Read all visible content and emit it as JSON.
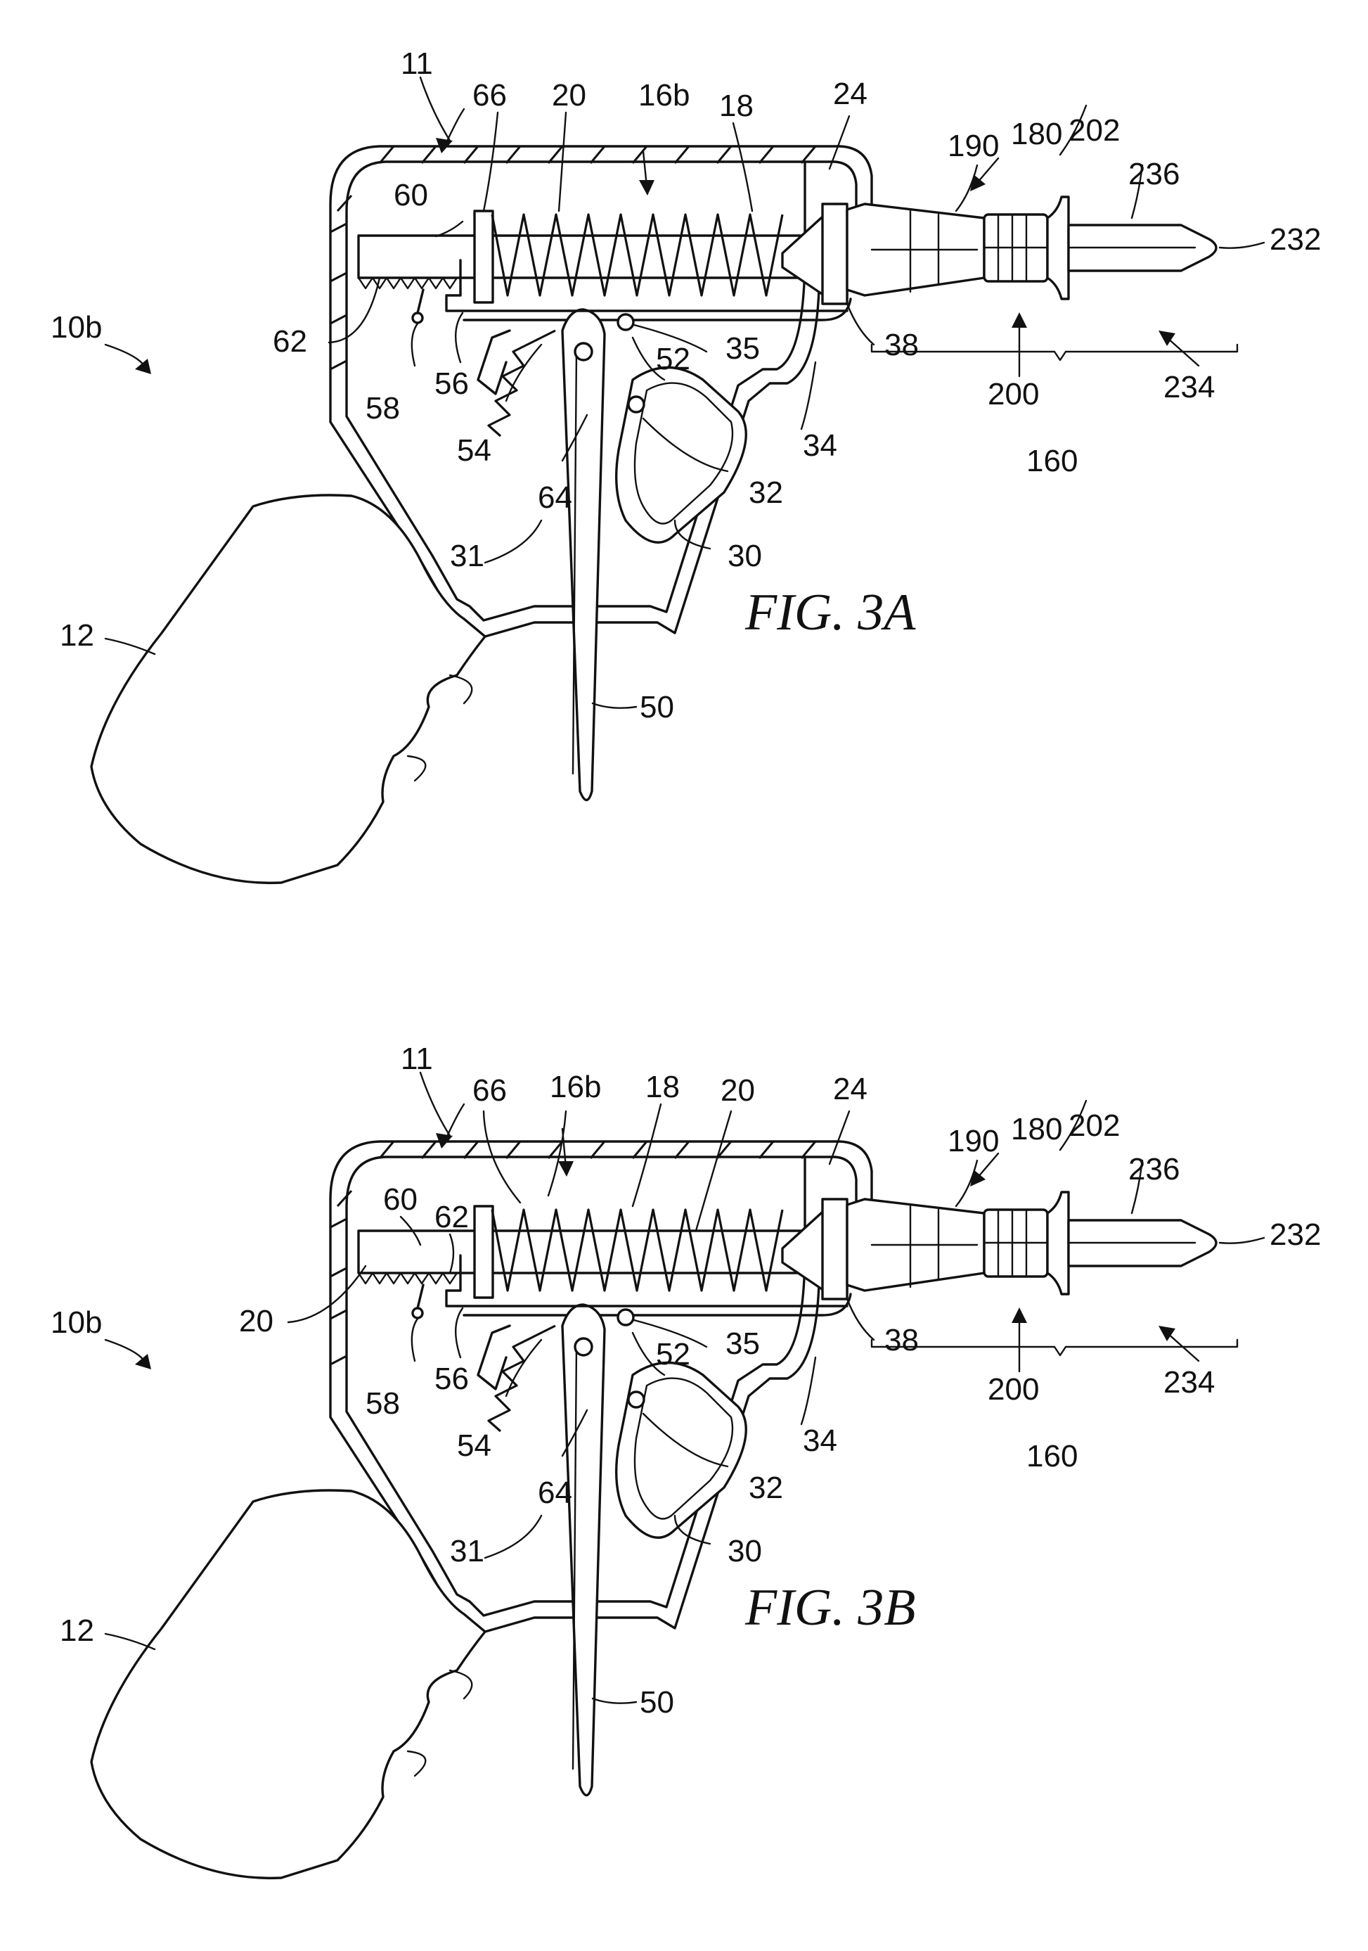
{
  "figures": [
    {
      "caption": "FIG. 3A",
      "labels": {
        "n11": "11",
        "n66": "66",
        "n20": "20",
        "n16b": "16b",
        "n18": "18",
        "n24": "24",
        "n190": "190",
        "n180": "180",
        "n202": "202",
        "n236": "236",
        "n232": "232",
        "n60": "60",
        "n62": "62",
        "n10b": "10b",
        "n58": "58",
        "n56": "56",
        "n54": "54",
        "n52": "52",
        "n35": "35",
        "n38": "38",
        "n34": "34",
        "n200": "200",
        "n234": "234",
        "n160": "160",
        "n64": "64",
        "n32": "32",
        "n31": "31",
        "n30": "30",
        "n12": "12",
        "n50": "50"
      }
    },
    {
      "caption": "FIG. 3B",
      "labels": {
        "n11": "11",
        "n66": "66",
        "n16b": "16b",
        "n18": "18",
        "n20a": "20",
        "n24": "24",
        "n190": "190",
        "n180": "180",
        "n202": "202",
        "n236": "236",
        "n232": "232",
        "n60": "60",
        "n62": "62",
        "n20b": "20",
        "n10b": "10b",
        "n58": "58",
        "n56": "56",
        "n54": "54",
        "n52": "52",
        "n35": "35",
        "n38": "38",
        "n34": "34",
        "n200": "200",
        "n234": "234",
        "n160": "160",
        "n64": "64",
        "n32": "32",
        "n31": "31",
        "n30": "30",
        "n12": "12",
        "n50": "50"
      }
    }
  ]
}
